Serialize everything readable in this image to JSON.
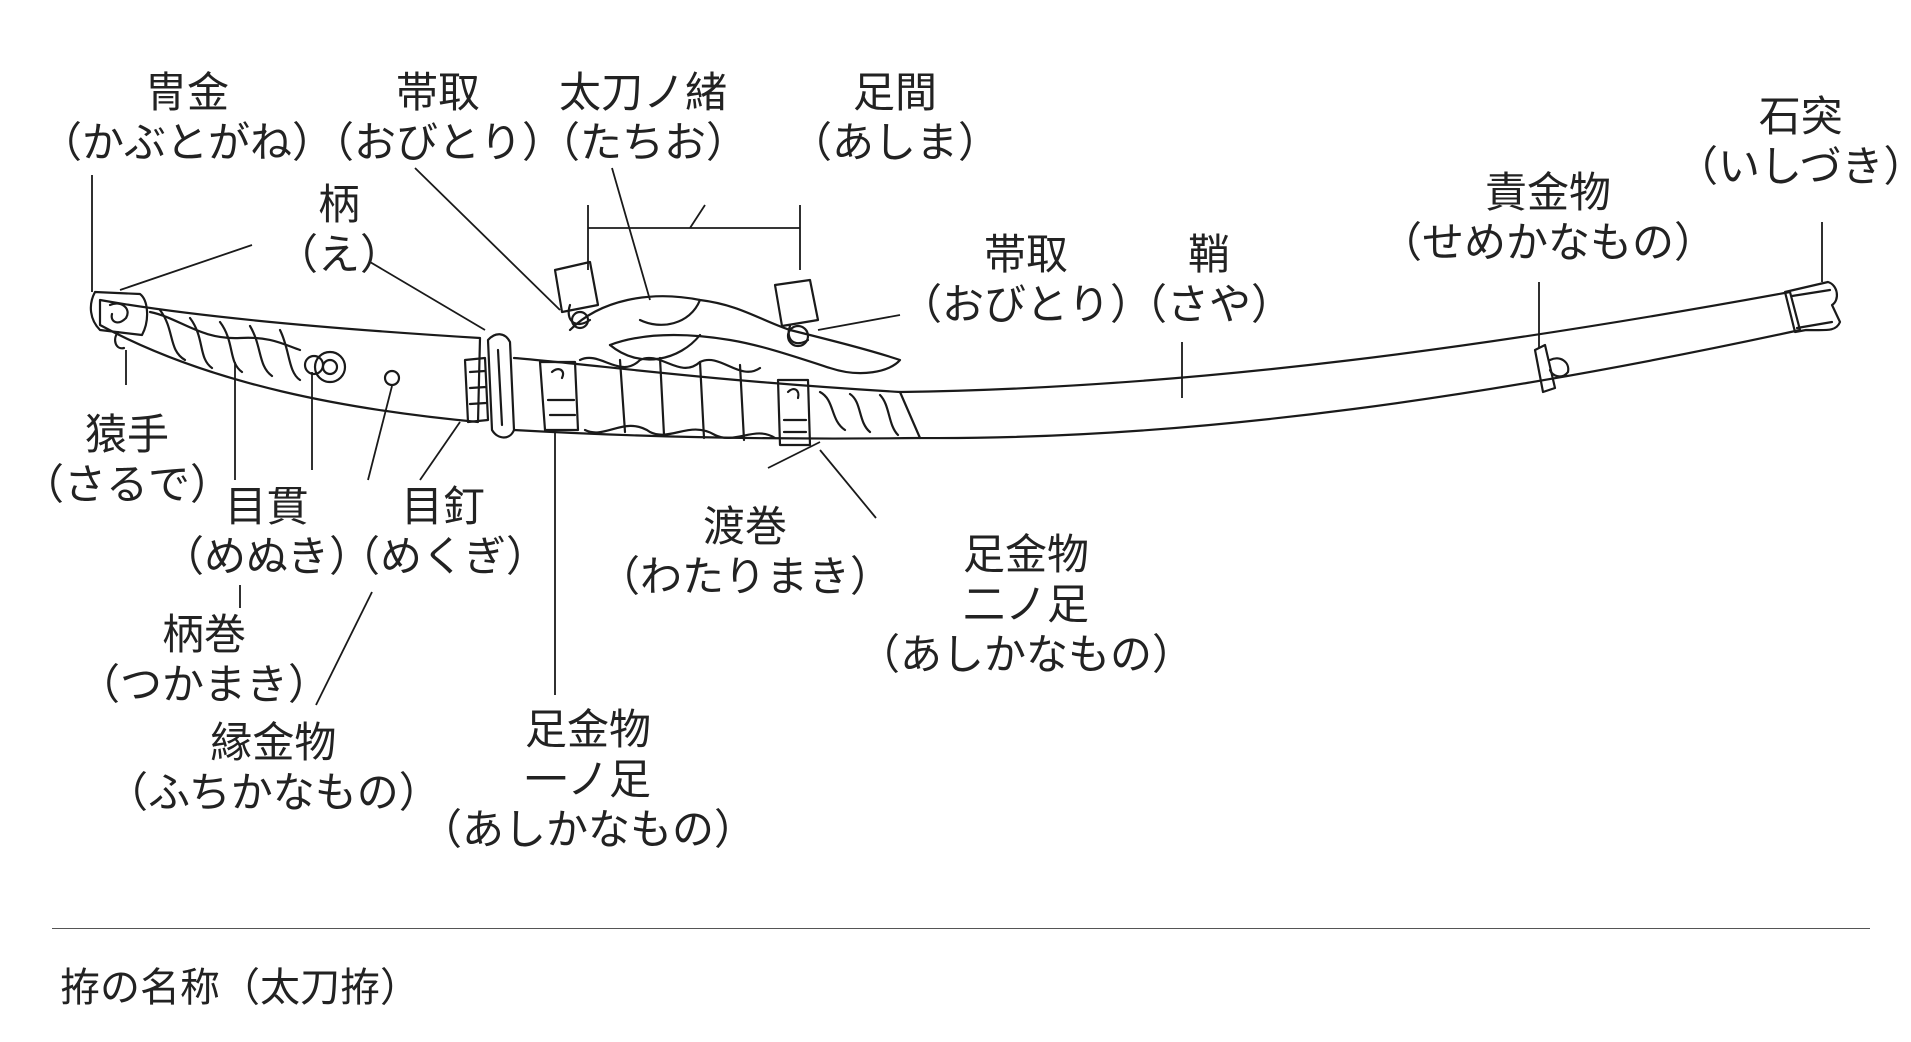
{
  "labels": {
    "kabutogane": {
      "name": "冑金",
      "reading": "（かぶとがね）"
    },
    "obitori_1": {
      "name": "帯取",
      "reading": "（おびとり）"
    },
    "tachio": {
      "name": "太刀ノ緒",
      "reading": "（たちお）"
    },
    "ashima": {
      "name": "足間",
      "reading": "（あしま）"
    },
    "ishizuki": {
      "name": "石突",
      "reading": "（いしづき）"
    },
    "e": {
      "name": "柄",
      "reading": "（え）"
    },
    "semekanamono": {
      "name": "責金物",
      "reading": "（せめかなもの）"
    },
    "obitori_2": {
      "name": "帯取",
      "reading": "（おびとり）"
    },
    "saya": {
      "name": "鞘",
      "reading": "（さや）"
    },
    "sarude": {
      "name": "猿手",
      "reading": "（さるで）"
    },
    "menuki": {
      "name": "目貫",
      "reading": "（めぬき）"
    },
    "mekugi": {
      "name": "目釘",
      "reading": "（めくぎ）"
    },
    "watarimaki": {
      "name": "渡巻",
      "reading": "（わたりまき）"
    },
    "ashikanamono_2": {
      "name": "足金物",
      "sub": "二ノ足",
      "reading": "（あしかなもの）"
    },
    "tsukamaki": {
      "name": "柄巻",
      "reading": "（つかまき）"
    },
    "fuchikanamono": {
      "name": "縁金物",
      "reading": "（ふちかなもの）"
    },
    "ashikanamono_1": {
      "name": "足金物",
      "sub": "一ノ足",
      "reading": "（あしかなもの）"
    }
  },
  "caption": "拵の名称（太刀拵）",
  "colors": {
    "line": "#1a1a1a",
    "text": "#222222",
    "rule": "#555555"
  }
}
